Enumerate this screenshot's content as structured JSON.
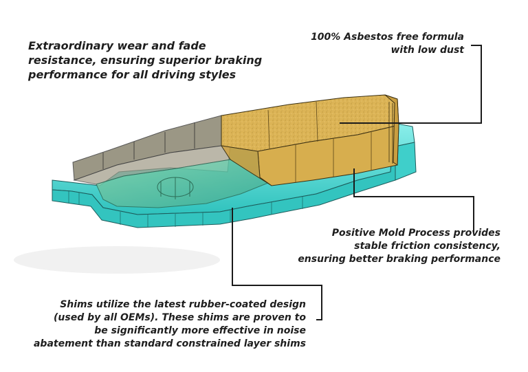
{
  "callouts": {
    "wear": [
      "Extraordinary wear and fade",
      "resistance, ensuring superior braking",
      "performance for all driving styles"
    ],
    "asbestos": [
      "100% Asbestos free formula",
      "with low dust"
    ],
    "mold": [
      "Positive Mold Process provides",
      "stable friction consistency,",
      "ensuring better braking performance"
    ],
    "shims": [
      "Shims utilize the latest rubber-coated design",
      "(used by all OEMs). These shims are proven to",
      "be significantly more effective in noise",
      "abatement than standard constrained layer shims"
    ]
  },
  "colors": {
    "friction_material": "#dcb456",
    "backing_plate": "#52d8d4",
    "worn_layer": "#7f7a66",
    "leader_line": "#1a1a1a"
  }
}
